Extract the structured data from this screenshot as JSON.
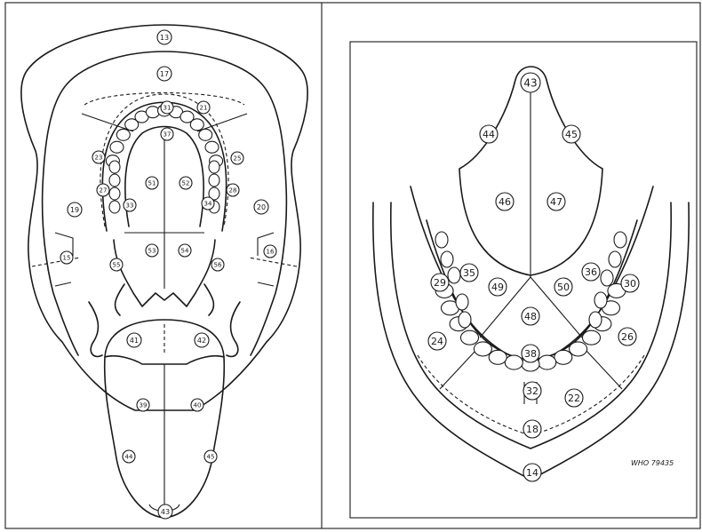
{
  "figure": {
    "left_panel": {
      "labels": [
        "13",
        "17",
        "31",
        "21",
        "37",
        "23",
        "25",
        "51",
        "52",
        "27",
        "33",
        "34",
        "28",
        "19",
        "20",
        "15",
        "16",
        "55",
        "53",
        "54",
        "56",
        "41",
        "42",
        "39",
        "40",
        "44",
        "45",
        "43"
      ]
    },
    "right_panel": {
      "labels": [
        "43",
        "44",
        "45",
        "46",
        "47",
        "35",
        "29",
        "36",
        "30",
        "49",
        "50",
        "48",
        "24",
        "26",
        "38",
        "32",
        "22",
        "18",
        "14"
      ],
      "caption": "WHO 79435"
    }
  }
}
